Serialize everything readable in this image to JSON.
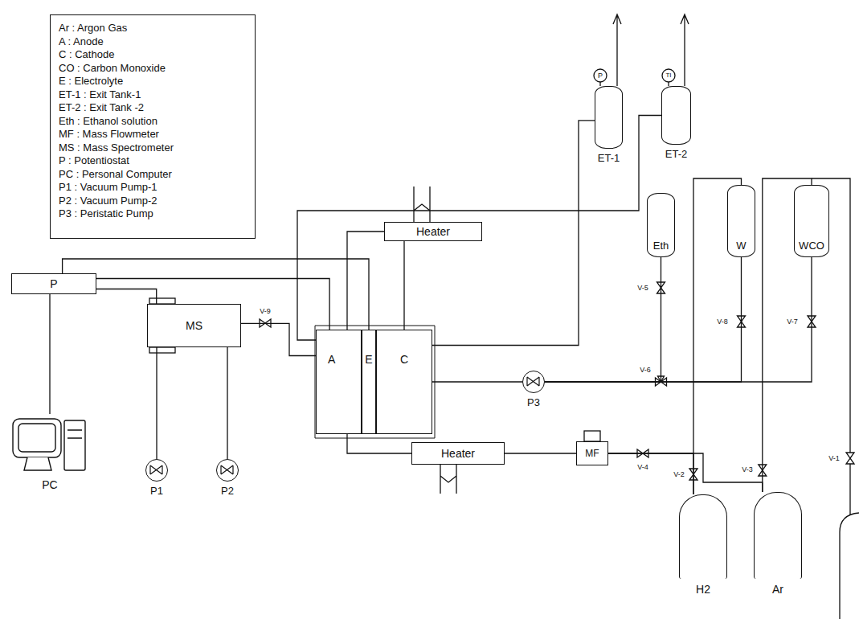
{
  "diagram": {
    "nodes": [
      {
        "text": [
          "Ar : Argon Gas",
          "A : Anode",
          "C : Cathode",
          "CO : Carbon Monoxide",
          "E : Electrolyte",
          "ET-1 : Exit Tank-1",
          "ET-2 : Exit Tank -2",
          "Eth : Ethanol solution",
          "MF : Mass Flowmeter",
          "MS : Mass Spectrometer",
          "P : Potentiostat",
          "PC : Personal Computer",
          "P1 : Vacuum Pump-1",
          "P2 : Vacuum Pump-2",
          "P3 : Peristatic Pump"
        ]
      },
      {
        "text": [
          "P"
        ]
      },
      {
        "text": [
          "PC"
        ]
      },
      {
        "text": [
          "MS"
        ]
      },
      {
        "text": [
          "P1"
        ]
      },
      {
        "text": [
          "P2"
        ]
      },
      {
        "text": [
          "A"
        ]
      },
      {
        "text": [
          "E"
        ]
      },
      {
        "text": [
          "C"
        ]
      },
      {
        "text": [
          "Heater"
        ]
      },
      {
        "text": [
          "Heater"
        ]
      },
      {
        "text": [
          "MF"
        ]
      },
      {
        "text": [
          "P3"
        ]
      },
      {
        "text": [
          "ET-1"
        ]
      },
      {
        "text": [
          "ET-2"
        ]
      },
      {
        "text": [
          "Eth"
        ]
      },
      {
        "text": [
          "W"
        ]
      },
      {
        "text": [
          "WCO"
        ]
      },
      {
        "text": [
          "H2"
        ]
      },
      {
        "text": [
          "Ar"
        ]
      }
    ],
    "edges": [
      {
        "from": 1,
        "to": 2,
        "arrow": "none"
      },
      {
        "from": 1,
        "to": 6,
        "arrow": "none"
      },
      {
        "from": 1,
        "to": 7,
        "arrow": "none"
      },
      {
        "from": 1,
        "to": 3,
        "arrow": "none"
      },
      {
        "from": 3,
        "to": 6,
        "arrow": "none"
      },
      {
        "from": 3,
        "to": 4,
        "arrow": "none"
      },
      {
        "from": 3,
        "to": 5,
        "arrow": "none"
      },
      {
        "from": 9,
        "to": 6,
        "arrow": "none"
      },
      {
        "from": 9,
        "to": 8,
        "arrow": "none"
      },
      {
        "from": 6,
        "to": 14,
        "arrow": "none"
      },
      {
        "from": 8,
        "to": 13,
        "arrow": "none"
      },
      {
        "from": 12,
        "to": 8,
        "arrow": "none"
      },
      {
        "from": 15,
        "to": 12,
        "arrow": "none"
      },
      {
        "from": 16,
        "to": 12,
        "arrow": "none"
      },
      {
        "from": 17,
        "to": 12,
        "arrow": "none"
      },
      {
        "from": 18,
        "to": 11,
        "arrow": "none"
      },
      {
        "from": 19,
        "to": 11,
        "arrow": "none"
      },
      {
        "from": 11,
        "to": 10,
        "arrow": "none"
      },
      {
        "from": 10,
        "to": 6,
        "arrow": "none"
      },
      {
        "from": 18,
        "to": 16,
        "arrow": "none"
      },
      {
        "from": 19,
        "to": 17,
        "arrow": "none"
      }
    ],
    "labels": [
      "P",
      "TI",
      "V-9",
      "V-5",
      "V-6",
      "V-8",
      "V-7",
      "V-2",
      "V-3",
      "V-4",
      "V-1"
    ]
  }
}
